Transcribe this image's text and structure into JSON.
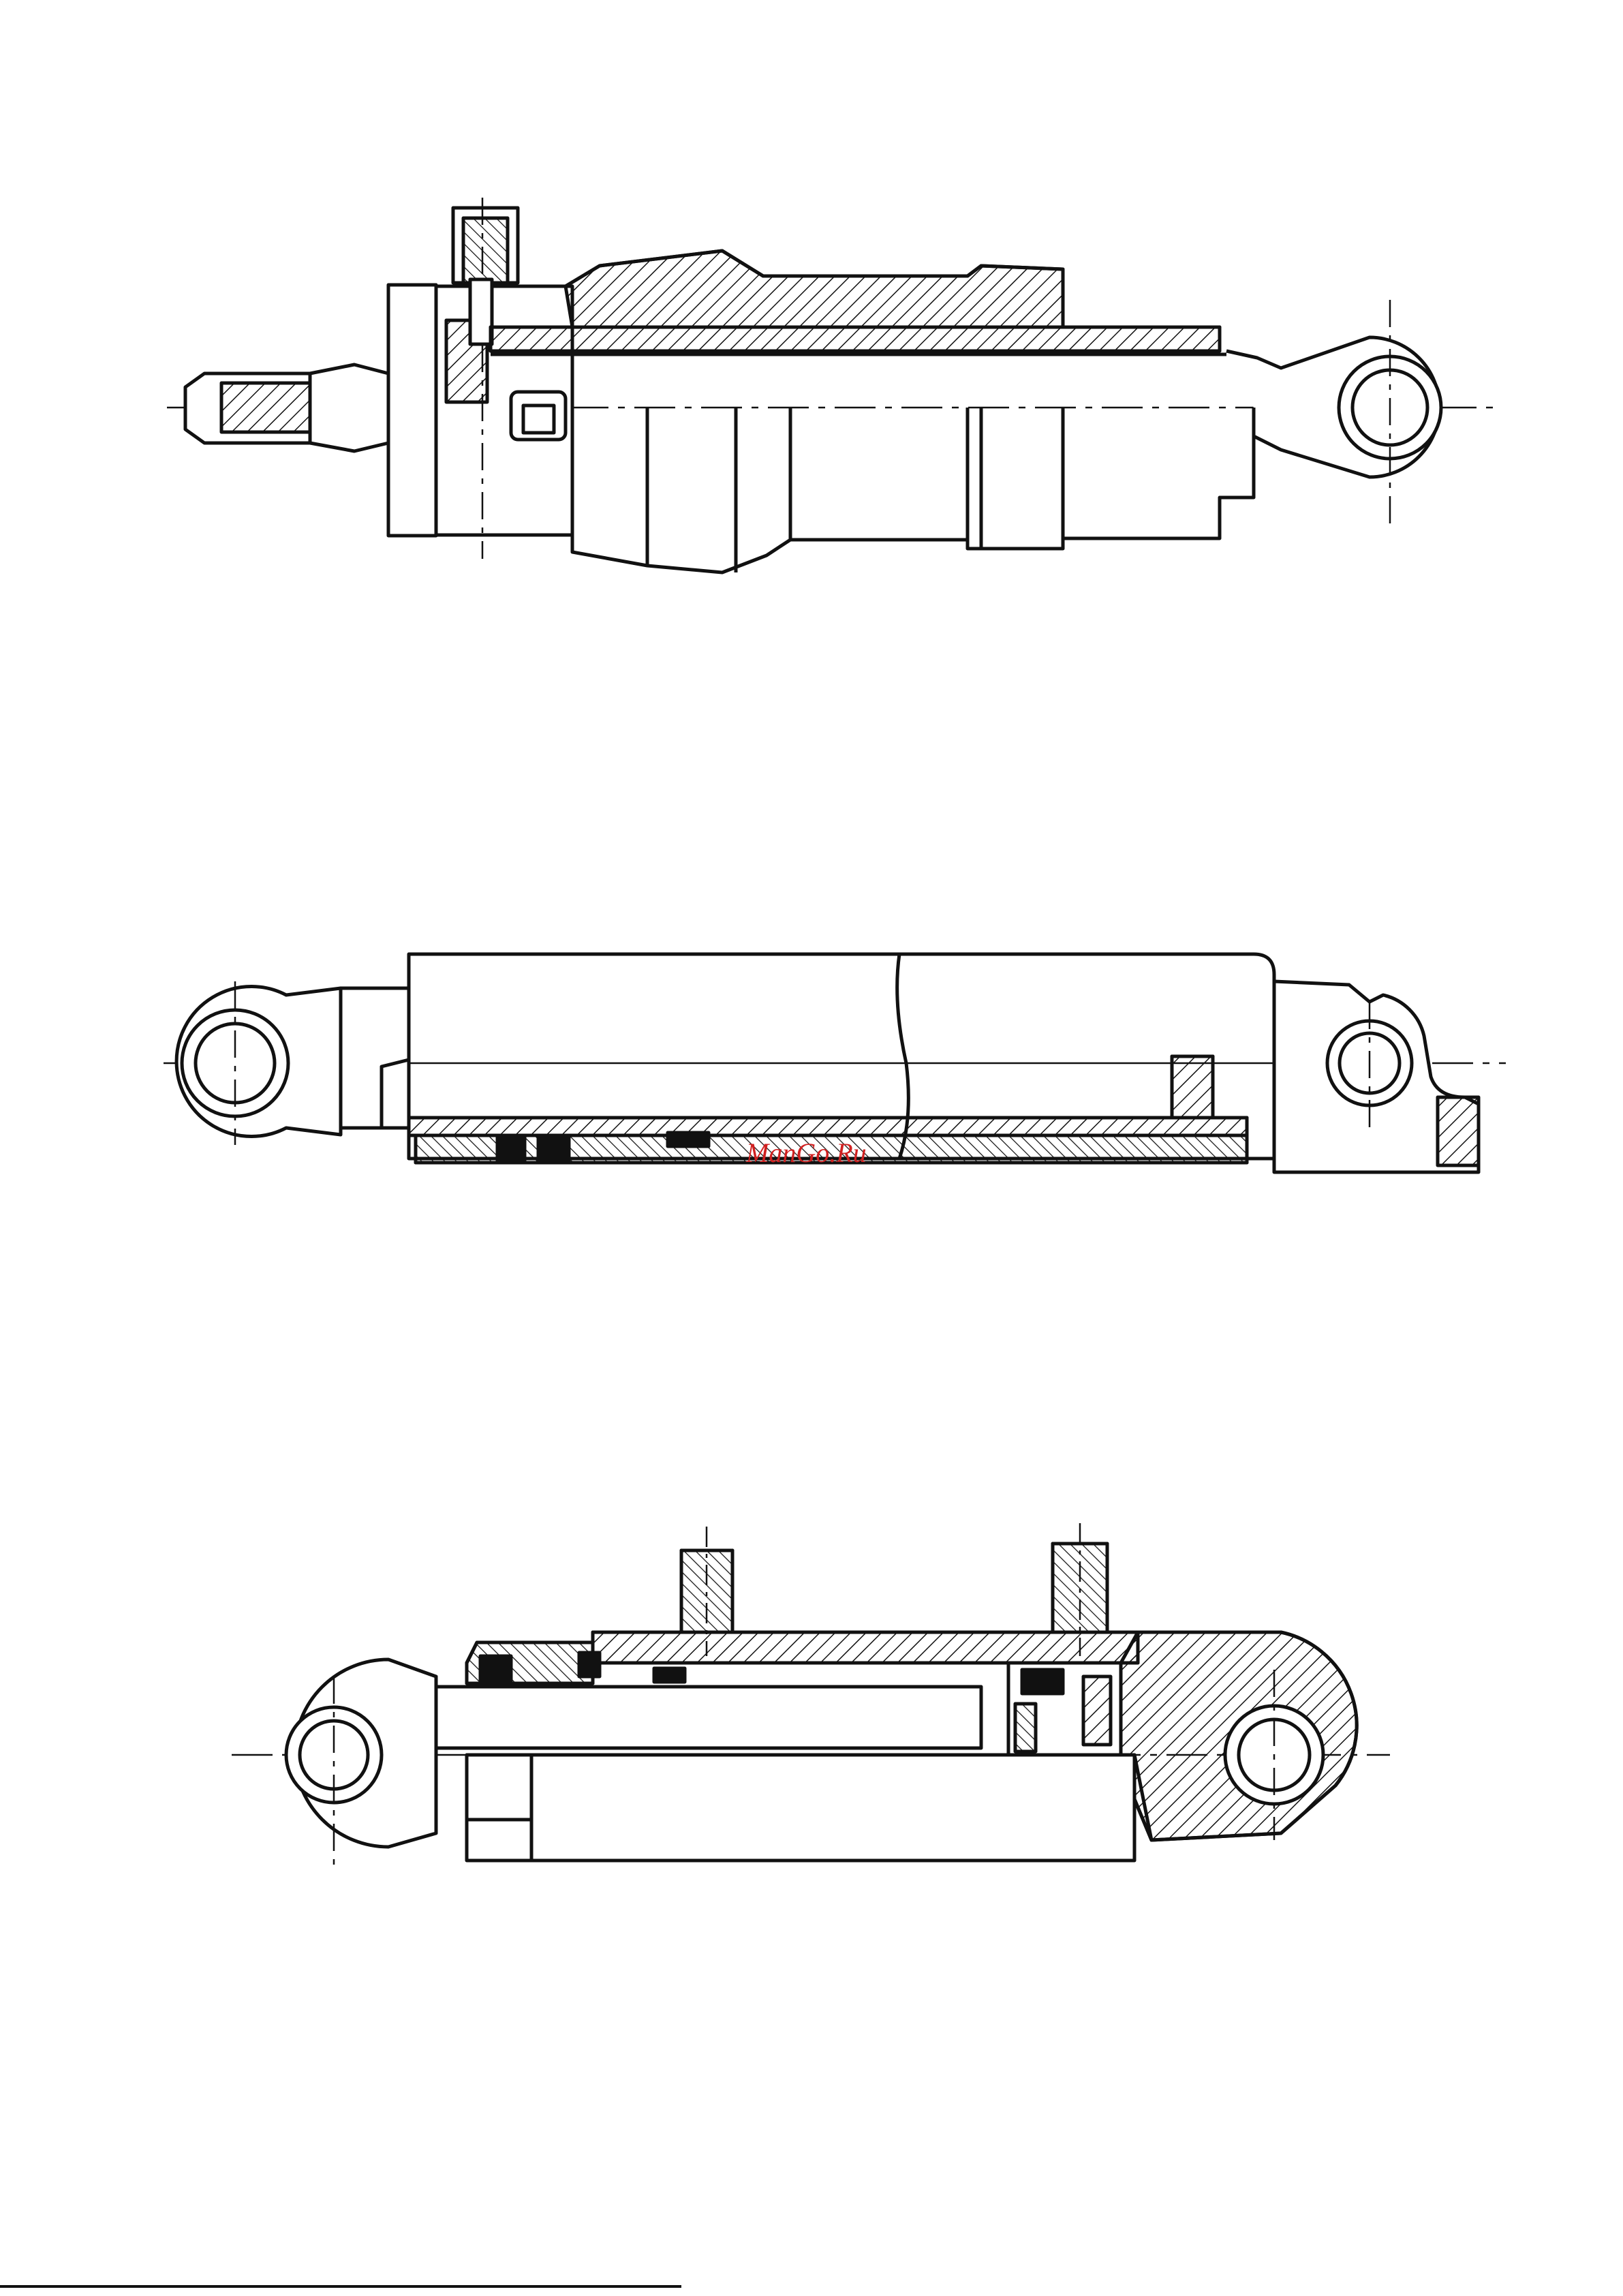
{
  "page": {
    "background": "#ffffff",
    "ink": "#111111"
  },
  "watermark": {
    "text": "ManGo.Ru",
    "color": "#d02020"
  },
  "drawings": [
    {
      "id": "cylinder-1",
      "kind": "sectional hydraulic cylinder with threaded rod end and clevis eye"
    },
    {
      "id": "cylinder-2",
      "kind": "sectional hydraulic cylinder with two eye mounts"
    },
    {
      "id": "cylinder-3",
      "kind": "sectional hydraulic cylinder with two ports and eye mounts"
    }
  ]
}
